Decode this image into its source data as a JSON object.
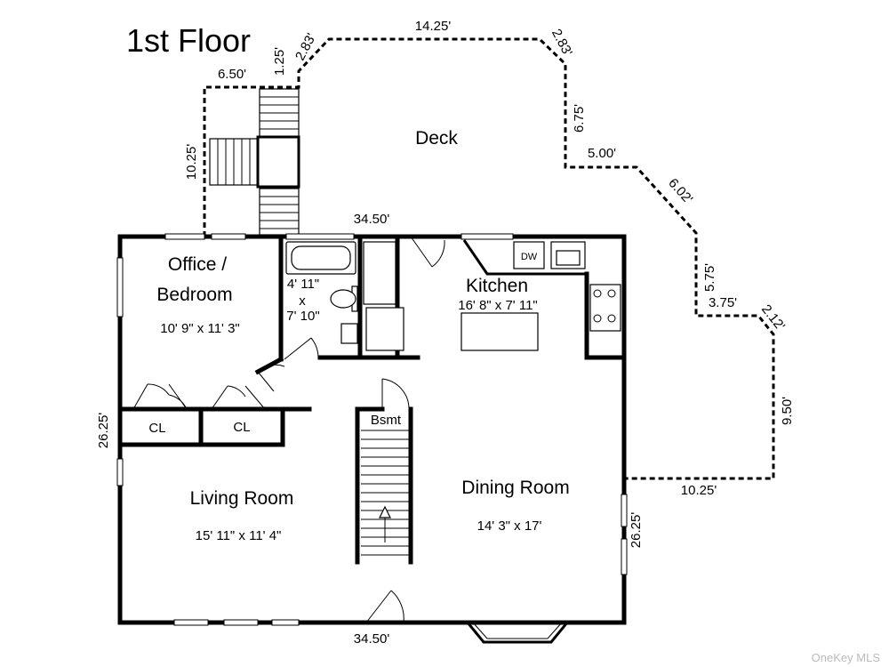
{
  "title": "1st Floor",
  "watermark": "OneKey MLS",
  "rooms": {
    "deck": "Deck",
    "office_line1": "Office /",
    "office_line2": "Bedroom",
    "office_size": "10' 9\" x 11' 3\"",
    "bath_size_line1": "4' 11\"",
    "bath_size_line2": "x",
    "bath_size_line3": "7' 10\"",
    "kitchen": "Kitchen",
    "kitchen_size": "16' 8\" x 7' 11\"",
    "closet1": "CL",
    "closet2": "CL",
    "basement": "Bsmt",
    "living": "Living Room",
    "living_size": "15' 11\" x 11' 4\"",
    "dining": "Dining Room",
    "dining_size": "14' 3\" x 17'",
    "dishwasher": "DW"
  },
  "dimensions": {
    "deck_top": "14.25'",
    "deck_left_diag": "2.83'",
    "deck_left_small": "1.25'",
    "deck_stair_width": "6.50'",
    "deck_left_height": "10.25'",
    "deck_right_diag": "2.83'",
    "deck_right_upper": "6.75'",
    "deck_right_step": "5.00'",
    "deck_right_diag2": "6.02'",
    "deck_right_mid": "5.75'",
    "deck_right_step2": "3.75'",
    "deck_right_diag3": "2.12'",
    "deck_right_lower": "9.50'",
    "deck_bottom": "10.25'",
    "house_top": "34.50'",
    "house_bottom": "34.50'",
    "house_left": "26.25'",
    "house_right": "26.25'"
  }
}
